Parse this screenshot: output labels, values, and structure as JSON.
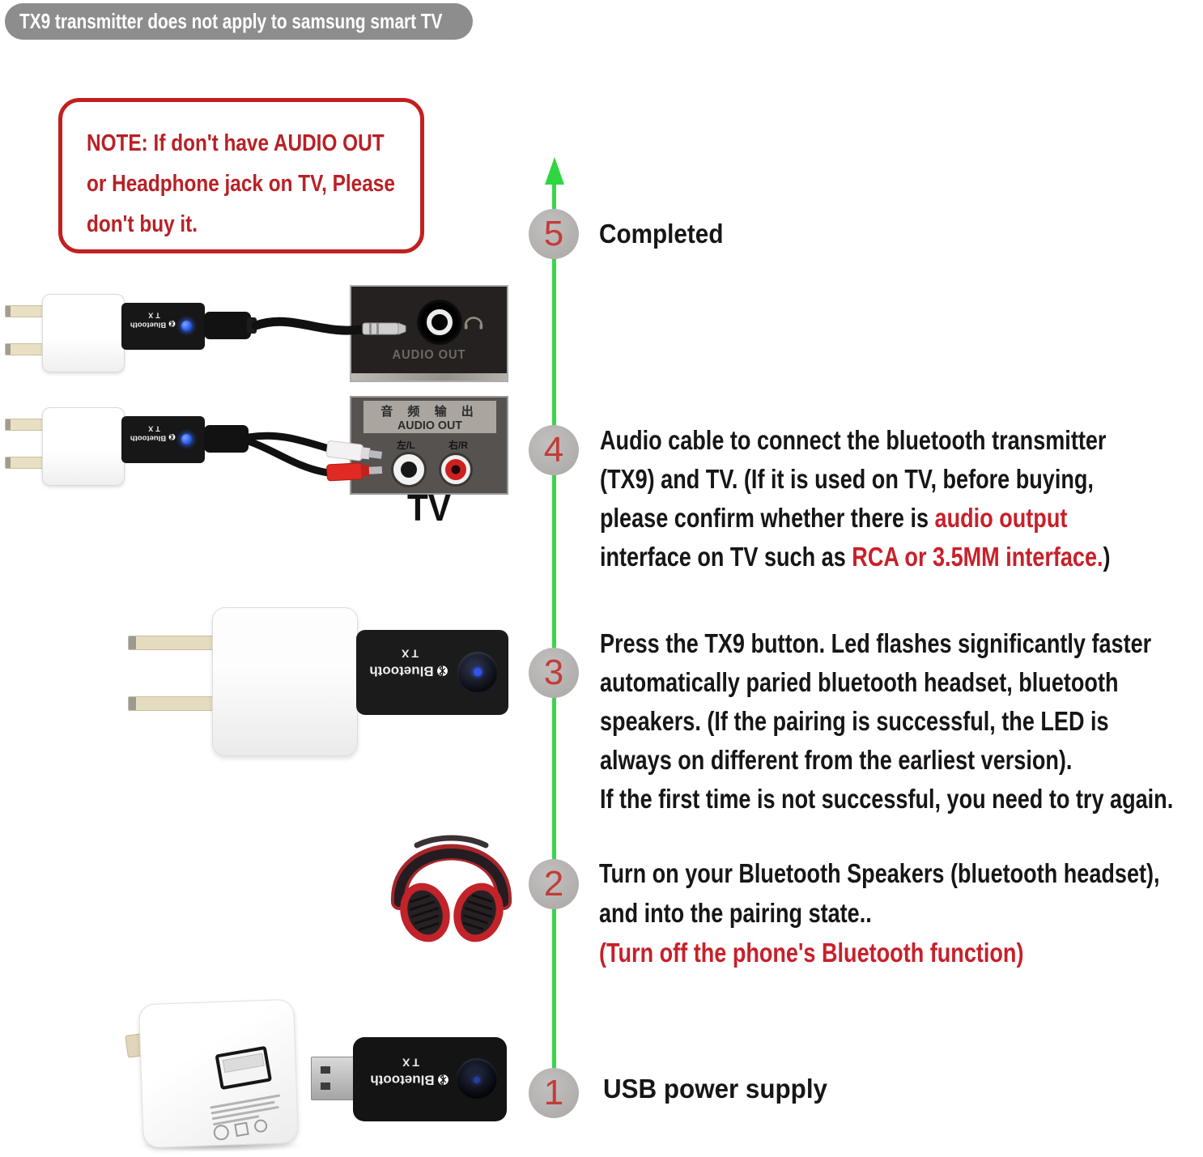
{
  "badge": {
    "text": "TX9 transmitter does not apply to samsung smart TV"
  },
  "note": {
    "line1": "NOTE: If don't have AUDIO OUT",
    "line2": "or Headphone jack on TV, Please",
    "line3": "don't buy it."
  },
  "steps": [
    {
      "number": "1",
      "lines": [
        [
          {
            "t": "USB power supply",
            "c": "black"
          }
        ]
      ]
    },
    {
      "number": "2",
      "lines": [
        [
          {
            "t": "Turn on your Bluetooth Speakers (bluetooth headset),",
            "c": "black"
          }
        ],
        [
          {
            "t": " and into the pairing state..",
            "c": "black"
          }
        ],
        [
          {
            "t": "(Turn off the phone's Bluetooth function)",
            "c": "red"
          }
        ]
      ]
    },
    {
      "number": "3",
      "lines": [
        [
          {
            "t": "Press the TX9 button. Led flashes significantly faster",
            "c": "black"
          }
        ],
        [
          {
            "t": "automatically paried bluetooth headset, bluetooth",
            "c": "black"
          }
        ],
        [
          {
            "t": "speakers. (If the pairing is successful, the LED is",
            "c": "black"
          }
        ],
        [
          {
            "t": "always on different from the earliest version).",
            "c": "black"
          }
        ],
        [
          {
            "t": "If the first time is not successful, you need to try again.",
            "c": "black"
          }
        ]
      ]
    },
    {
      "number": "4",
      "lines": [
        [
          {
            "t": "Audio cable to connect the bluetooth transmitter",
            "c": "black"
          }
        ],
        [
          {
            "t": "(TX9) and TV. (If it is used on TV, before buying,",
            "c": "black"
          }
        ],
        [
          {
            "t": "please confirm whether there is ",
            "c": "black"
          },
          {
            "t": "audio output",
            "c": "red"
          }
        ],
        [
          {
            "t": "interface on TV such as ",
            "c": "black"
          },
          {
            "t": "RCA or 3.5MM interface.",
            "c": "red"
          },
          {
            "t": ")",
            "c": "black"
          }
        ]
      ]
    },
    {
      "number": "5",
      "lines": [
        [
          {
            "t": "Completed",
            "c": "black"
          }
        ]
      ]
    }
  ],
  "device_label": {
    "brand": "Bluetooth",
    "model": "TX"
  },
  "panel_audio_out": {
    "label": "AUDIO OUT"
  },
  "panel_tv": {
    "title_cn": "音 频 输 出",
    "title_en": "AUDIO OUT",
    "jack_left_label": "左/L",
    "jack_right_label": "右/R",
    "caption": "TV"
  },
  "colors": {
    "accent_red": "#c8202a",
    "note_red": "#b92025",
    "arrow_green": "#3cd44c",
    "circle_gray": "#b3afaf",
    "badge_gray": "#8d8d8d",
    "led_blue": "#2f55ef"
  }
}
